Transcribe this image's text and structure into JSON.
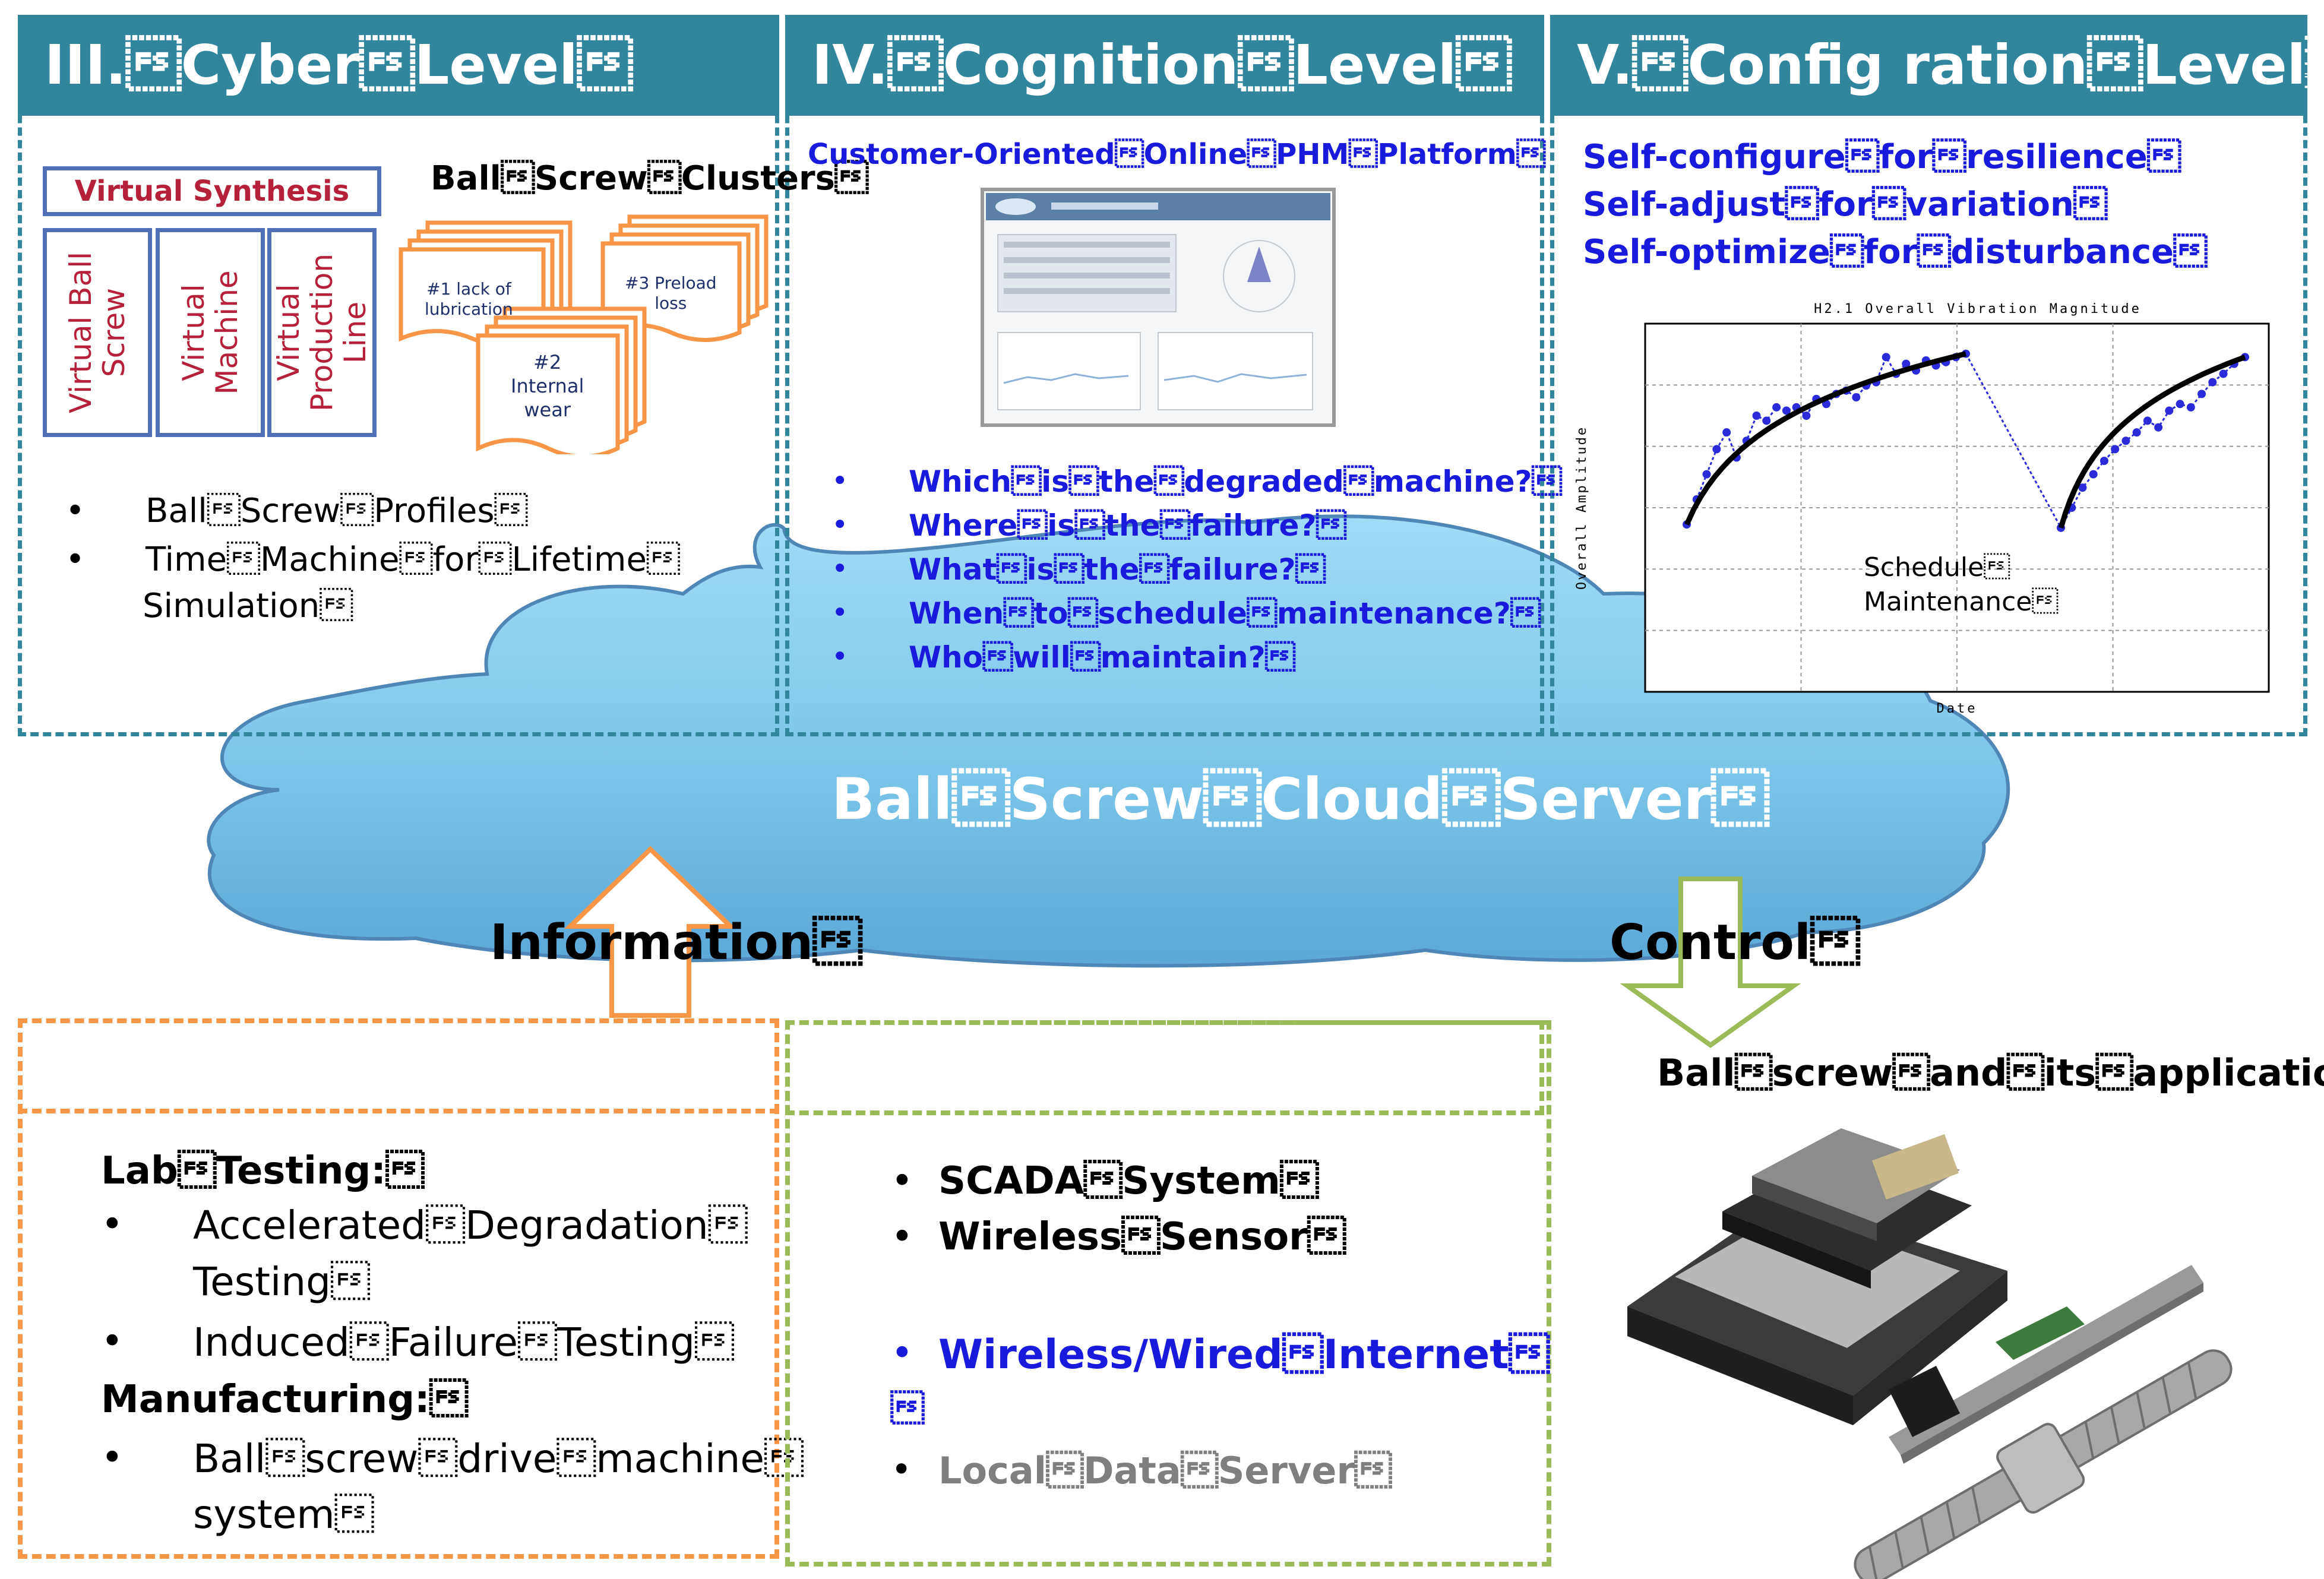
{
  "colors": {
    "header": "#31859c",
    "orange": "#f79646",
    "green": "#9bbb59",
    "blue_text": "#1a1adc",
    "cloud": "#7cc6ea"
  },
  "cyber": {
    "title": "III.\u001cCyber\u001cLevel\u001c",
    "virtual_synthesis": "Virtual Synthesis",
    "virtual_cols": [
      "Virtual Ball\nScrew",
      "Virtual\nMachine",
      "Virtual\nProduction\nLine"
    ],
    "clusters_title": "Ball\u001cScrew\u001cClusters\u001c",
    "cluster_docs": [
      "#1 lack of\nlubrication",
      "#3 Preload\nloss",
      "#2\nInternal\nwear"
    ],
    "bullets": [
      "Ball\u001cScrew\u001cProfiles\u001c",
      "Time\u001cMachine\u001cfor\u001cLifetime\u001c",
      "Simulation\u001c"
    ]
  },
  "cognition": {
    "title": "IV.\u001cCognition\u001cLevel\u001c",
    "platform": "Customer-Oriented\u001cOnline\u001cPHM\u001cPlatform\u001c",
    "questions": [
      "Which\u001cis\u001cthe\u001cdegraded\u001cmachine?\u001c",
      "Where\u001cis\u001cthe\u001cfailure?\u001c",
      "What\u001cis\u001cthe\u001cfailure?\u001c",
      "When\u001cto\u001cschedule\u001cmaintenance?\u001c",
      "Who\u001cwill\u001cmaintain?\u001c"
    ]
  },
  "config": {
    "title": "V.\u001cConfig  ration\u001cLevel\u001c",
    "items": [
      "Self-configure\u001cfor\u001cresilience\u001c",
      "Self-adjust\u001cfor\u001cvariation\u001c",
      "Self-optimize\u001cfor\u001cdisturbance\u001c"
    ],
    "annotation_line1": "Schedule\u001c",
    "annotation_line2": "Maintenance\u001c"
  },
  "cloud": {
    "title": "Ball\u001cScrew\u001cCloud\u001cServer\u001c",
    "information": "Information\u001c",
    "control": "Control\u001c"
  },
  "lab": {
    "lab_title": "Lab\u001cTesting:\u001c",
    "lab_items": [
      "Accelerated\u001cDegradation\u001c",
      "Testing\u001c",
      "Induced\u001cFailure\u001cTesting\u001c"
    ],
    "mfg_title": "Manufacturing:\u001c",
    "mfg_items": [
      "Ball\u001cscrew\u001cdrive\u001cmachine\u001c",
      "system\u001c"
    ]
  },
  "conn": {
    "items": [
      "SCADA\u001cSystem\u001c",
      "Wireless\u001cSensor\u001c"
    ],
    "internet": "Wireless/Wired\u001cInternet\u001c",
    "stray": "\u001c",
    "local": "Local\u001cData\u001cServer\u001c"
  },
  "app": {
    "label": "Ball\u001cscrew\u001cand\u001cits\u001capplication\u001c"
  },
  "chart_data": {
    "type": "line",
    "title": "H2.1 Overall Vibration Magnitude",
    "xlabel": "Date",
    "ylabel": "Overall Amplitude",
    "ylim": [
      0.1,
      0.32
    ],
    "series": [
      {
        "values_before": [
          0.2,
          0.215,
          0.23,
          0.245,
          0.255,
          0.24,
          0.25,
          0.265,
          0.262,
          0.27,
          0.268,
          0.27,
          0.265,
          0.275,
          0.272,
          0.278,
          0.28,
          0.276,
          0.283,
          0.285,
          0.3,
          0.29,
          0.296,
          0.292,
          0.298,
          0.295,
          0.297,
          0.3,
          0.302
        ],
        "values_after": [
          0.198,
          0.21,
          0.222,
          0.23,
          0.238,
          0.245,
          0.25,
          0.255,
          0.262,
          0.258,
          0.268,
          0.272,
          0.27,
          0.278,
          0.285,
          0.29,
          0.296,
          0.3
        ]
      }
    ],
    "grid": true
  }
}
